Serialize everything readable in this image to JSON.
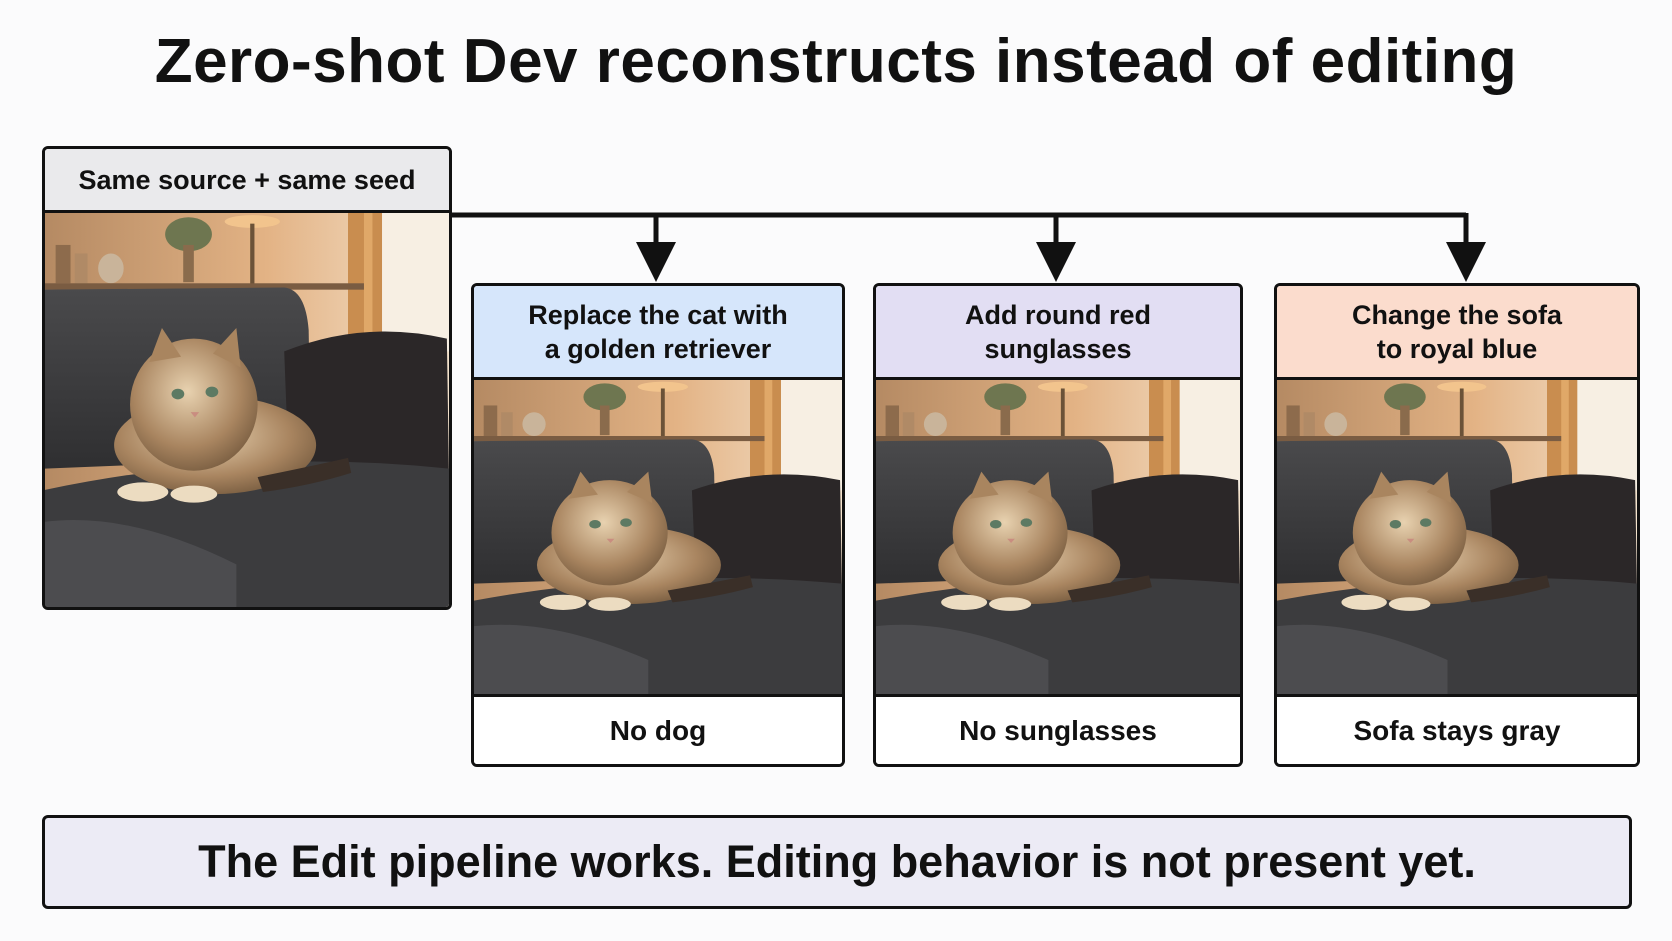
{
  "title": "Zero-shot Dev reconstructs instead of editing",
  "source": {
    "label": "Same source + same seed",
    "image_icon": "cat-on-sofa-photo"
  },
  "edits": [
    {
      "prompt_line1": "Replace the cat with",
      "prompt_line2": "a golden retriever",
      "result": "No dog",
      "header_color": "#d6e6fb"
    },
    {
      "prompt_line1": "Add round red",
      "prompt_line2": "sunglasses",
      "result": "No sunglasses",
      "header_color": "#e2def3"
    },
    {
      "prompt_line1": "Change the sofa",
      "prompt_line2": "to royal blue",
      "result": "Sofa stays gray",
      "header_color": "#fbdccd"
    }
  ],
  "conclusion": "The Edit pipeline works. Editing behavior is not present yet."
}
